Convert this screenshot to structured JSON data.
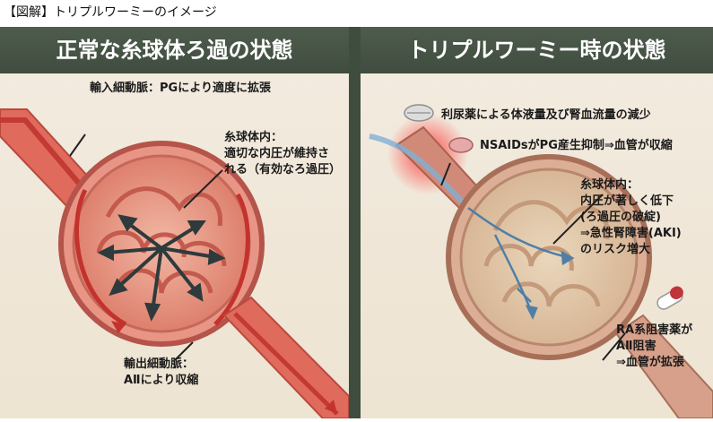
{
  "caption": "【図解】トリプルワーミーのイメージ",
  "left": {
    "title": "正常な糸球体ろ過の状態",
    "afferent": "輸入細動脈：PGにより適度に拡張",
    "glomerulus": [
      "糸球体内：",
      "適切な内圧が維持さ",
      "れる（有効なろ過圧）"
    ],
    "efferent": [
      "輸出細動脈：",
      "AⅡにより収縮"
    ]
  },
  "right": {
    "title": "トリプルワーミー時の状態",
    "diuretic": "利尿薬による体液量及び腎血流量の減少",
    "nsaids": "NSAIDsがPG産生抑制⇒血管が収縮",
    "glomerulus": [
      "糸球体内：",
      "内圧が著しく低下",
      "(ろ過圧の破綻)",
      "⇒急性腎障害(AKI)",
      "のリスク増大"
    ],
    "ras": [
      "RA系阻害薬が",
      "AⅡ阻害",
      "⇒血管が拡張"
    ]
  },
  "colors": {
    "header": "#46544a",
    "vessel_red": "#d9524b",
    "vessel_pale": "#c98a72",
    "arrow_dark": "#2f3a3c",
    "flow_blue": "#4f7fa6"
  }
}
